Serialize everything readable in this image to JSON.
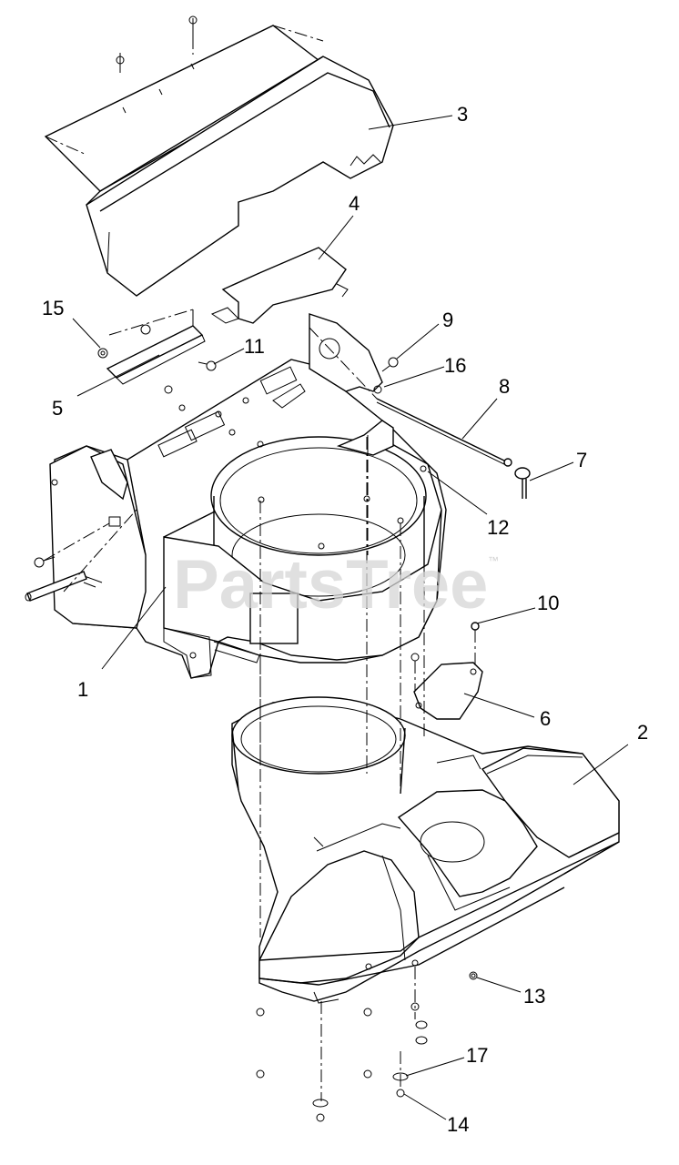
{
  "watermark": {
    "text": "PartsTree",
    "mark": "™"
  },
  "callouts": [
    "1",
    "2",
    "3",
    "4",
    "5",
    "6",
    "7",
    "8",
    "9",
    "10",
    "11",
    "12",
    "13",
    "14",
    "15",
    "16",
    "17"
  ]
}
